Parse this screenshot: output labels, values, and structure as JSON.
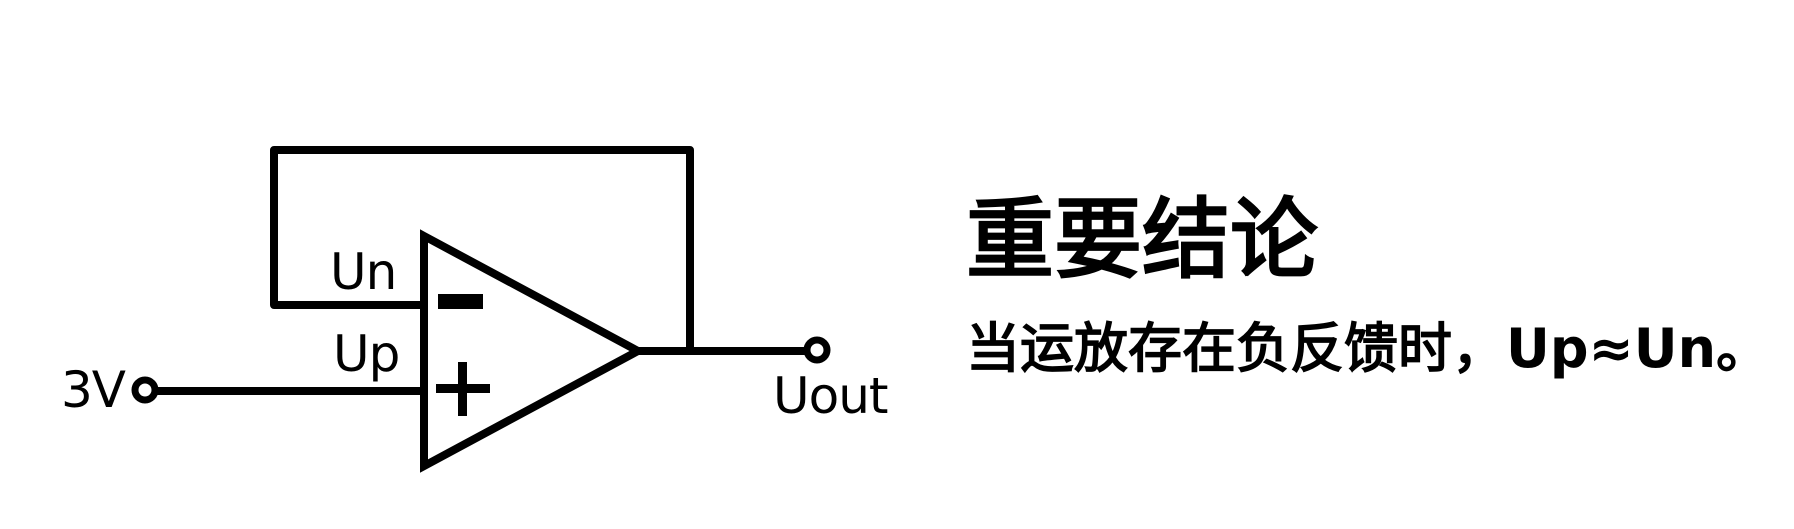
{
  "diagram": {
    "type": "op-amp voltage follower (negative feedback)",
    "labels": {
      "input_voltage": "3V",
      "inverting_input": "Un",
      "non_inverting_input": "Up",
      "output": "Uout",
      "minus_symbol": "−",
      "plus_symbol": "+"
    },
    "colors": {
      "stroke": "#000000",
      "background": "#ffffff",
      "text": "#000000"
    }
  },
  "conclusion": {
    "title": "重要结论",
    "statement": "当运放存在负反馈时，Up≈Un。"
  }
}
